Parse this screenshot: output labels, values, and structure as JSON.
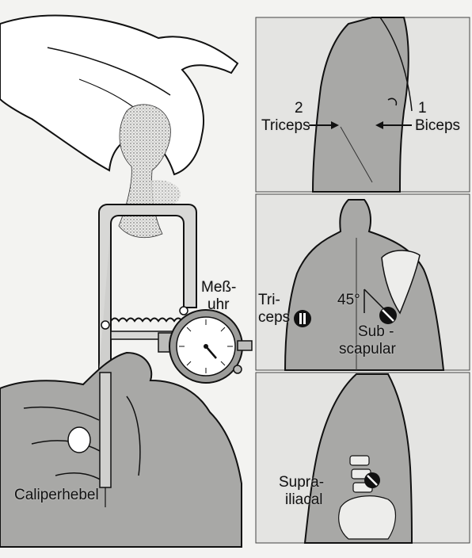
{
  "labels": {
    "messuhr_line1": "Meß-",
    "messuhr_line2": "uhr",
    "caliperhebel": "Caliperhebel",
    "arm_number_2": "2",
    "arm_number_1": "1",
    "arm_triceps": "Triceps",
    "arm_biceps": "Biceps",
    "back_triceps_line1": "Tri-",
    "back_triceps_line2": "ceps",
    "angle": "45°",
    "subscapular_line1": "Sub -",
    "subscapular_line2": "scapular",
    "suprailiacal_line1": "Supra-",
    "suprailiacal_line2": "iliacal"
  },
  "icons": {
    "caliper": "skinfold-caliper-icon",
    "dial": "measuring-dial-icon",
    "marker": "measurement-site-marker-icon"
  },
  "colors": {
    "skin": "#a8a8a6",
    "skin_dark": "#8f8f8d",
    "background": "#e4e4e2",
    "outline": "#111111",
    "paper": "#f3f3f1"
  }
}
